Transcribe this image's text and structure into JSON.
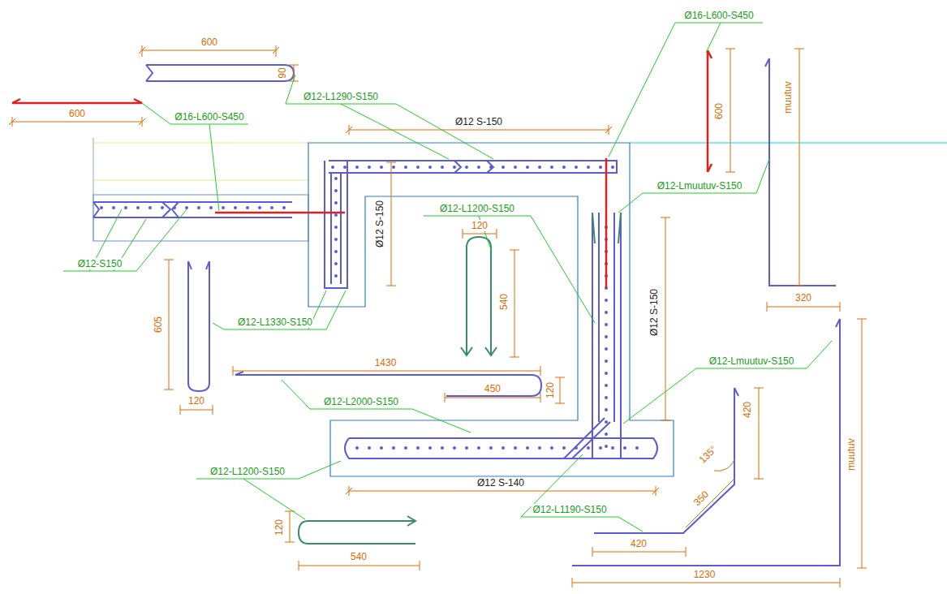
{
  "diagram": {
    "labels": [
      "600",
      "90",
      "600",
      "Ø16-L600-S450",
      "Ø12-L1290-S150",
      "Ø16-L600-S450",
      "600",
      "muutuv",
      "Ø12 S-150",
      "Ø12-Lmuutuv-S150",
      "Ø12 S-150",
      "Ø12-L1200-S150",
      "120",
      "540",
      "Ø12-S150",
      "605",
      "Ø12 S-150",
      "320",
      "Ø12-L1330-S150",
      "120",
      "Ø12-Lmuutuv-S150",
      "muutuv",
      "1430",
      "450",
      "120",
      "Ø12-L2000-S150",
      "420",
      "135°",
      "350",
      "Ø12-L1200-S150",
      "120",
      "540",
      "Ø12 S-140",
      "Ø12-L1190-S150",
      "420",
      "1230"
    ]
  }
}
